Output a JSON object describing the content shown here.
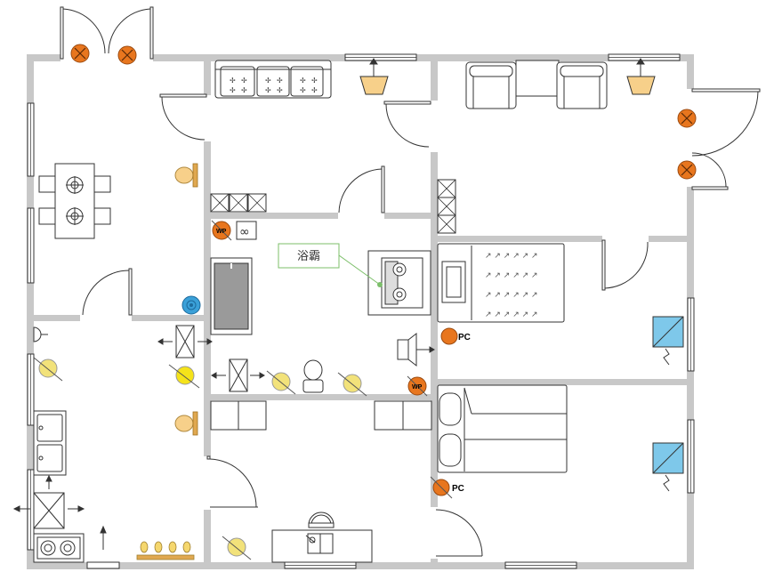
{
  "plan": {
    "callout_label": "浴霸",
    "pc_label": "PC",
    "wp_label": "WP",
    "colors": {
      "wall": "#c8c8c8",
      "line": "#333333",
      "ceiling_light": "#e8761e",
      "wall_light": "#f2e27a",
      "bulb": "#f5d76e",
      "sconce": "#f7d08a",
      "fan_blue": "#3aa0d8",
      "window_blue": "#7ec8ea",
      "callout_border": "#7cbf6a",
      "tub_gray": "#9a9a9a"
    },
    "icons": [
      "ceiling-light-icon",
      "wall-light-icon",
      "sofa-icon",
      "bed-icon",
      "dining-table-icon",
      "bathtub-icon",
      "toilet-icon",
      "stove-icon",
      "sink-icon",
      "desk-icon",
      "window-ac-icon",
      "vent-icon"
    ]
  }
}
